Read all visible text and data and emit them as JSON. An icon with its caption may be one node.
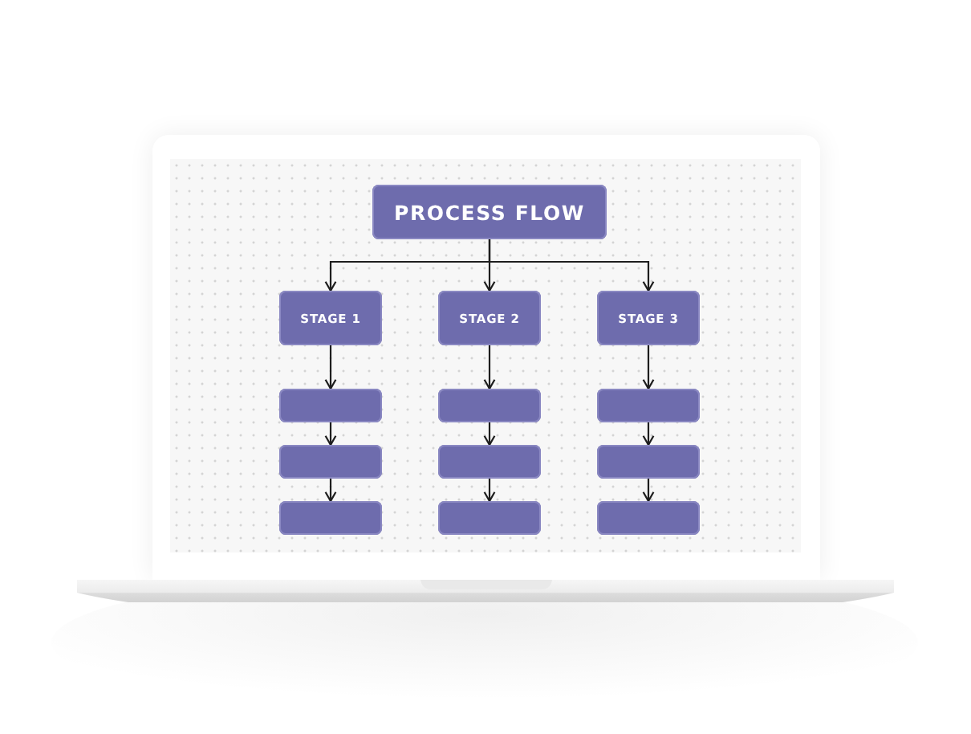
{
  "diagram": {
    "nodes": [
      {
        "text": [
          "PROCESS FLOW"
        ]
      },
      {
        "text": [
          "STAGE 1"
        ]
      },
      {
        "text": [
          "STAGE 2"
        ]
      },
      {
        "text": [
          "STAGE 3"
        ]
      },
      {
        "text": [],
        "shape": "box"
      },
      {
        "text": [],
        "shape": "box"
      },
      {
        "text": [],
        "shape": "box"
      },
      {
        "text": [],
        "shape": "box"
      },
      {
        "text": [],
        "shape": "box"
      },
      {
        "text": [],
        "shape": "box"
      },
      {
        "text": [],
        "shape": "box"
      },
      {
        "text": [],
        "shape": "box"
      },
      {
        "text": [],
        "shape": "box"
      }
    ],
    "edges": [
      {
        "from": 0,
        "to": 1,
        "arrow": "to"
      },
      {
        "from": 0,
        "to": 2,
        "arrow": "to"
      },
      {
        "from": 0,
        "to": 3,
        "arrow": "to"
      },
      {
        "from": 1,
        "to": 4,
        "arrow": "to"
      },
      {
        "from": 4,
        "to": 7,
        "arrow": "to"
      },
      {
        "from": 7,
        "to": 10,
        "arrow": "to"
      },
      {
        "from": 2,
        "to": 5,
        "arrow": "to"
      },
      {
        "from": 5,
        "to": 8,
        "arrow": "to"
      },
      {
        "from": 8,
        "to": 11,
        "arrow": "to"
      },
      {
        "from": 3,
        "to": 6,
        "arrow": "to"
      },
      {
        "from": 6,
        "to": 9,
        "arrow": "to"
      },
      {
        "from": 9,
        "to": 12,
        "arrow": "to"
      }
    ]
  }
}
